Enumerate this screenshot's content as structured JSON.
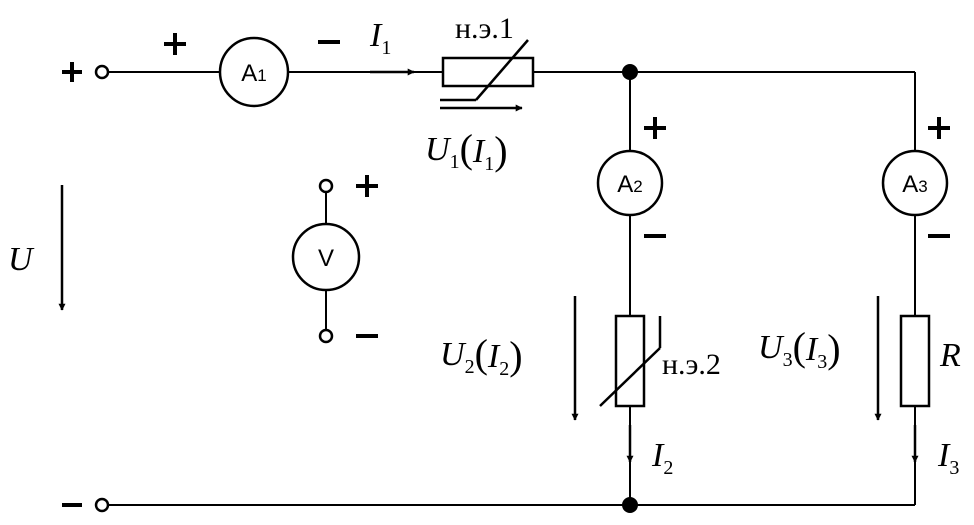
{
  "meters": {
    "a1": {
      "letter": "A",
      "index": "1"
    },
    "a2": {
      "letter": "A",
      "index": "2"
    },
    "a3": {
      "letter": "A",
      "index": "3"
    },
    "v": {
      "letter": "V"
    }
  },
  "elements": {
    "ne1": "н.э.1",
    "ne2": "н.э.2",
    "resistor": "R"
  },
  "labels": {
    "supply_voltage": "U",
    "i1": {
      "sym": "I",
      "sub": "1"
    },
    "i2": {
      "sym": "I",
      "sub": "2"
    },
    "i3": {
      "sym": "I",
      "sub": "3"
    },
    "u1": {
      "u": "U",
      "usub": "1",
      "i": "I",
      "isub": "1"
    },
    "u2": {
      "u": "U",
      "usub": "2",
      "i": "I",
      "isub": "2"
    },
    "u3": {
      "u": "U",
      "usub": "3",
      "i": "I",
      "isub": "3"
    }
  },
  "colors": {
    "line": "#000000",
    "background": "#ffffff"
  }
}
